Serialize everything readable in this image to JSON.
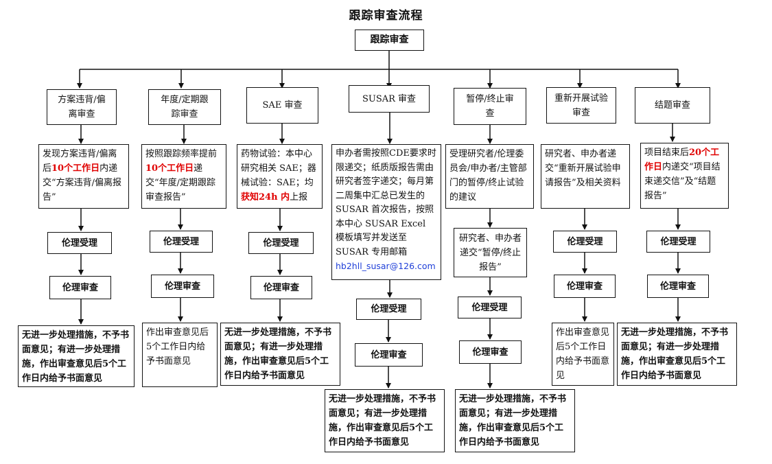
{
  "title": "跟踪审查流程",
  "root": "跟踪审查",
  "columns": [
    {
      "header": "方案违背/偏离审查",
      "step_parts": [
        "发现方案违背/偏离后",
        "10个工作日",
        "内递交“方案违背/偏离报告”"
      ],
      "accept": "伦理受理",
      "review": "伦理审查",
      "result": "无进一步处理措施，不予书面意见；有进一步处理措施，作出审查意见后5个工作日内给予书面意见"
    },
    {
      "header": "年度/定期跟踪审查",
      "step_parts": [
        "按照跟踪频率提前",
        "10个工作日",
        "递交“年度/定期跟踪审查报告”"
      ],
      "accept": "伦理受理",
      "review": "伦理审查",
      "result": "作出审查意见后5个工作日内给予书面意见"
    },
    {
      "header": "SAE 审查",
      "step_parts": [
        "药物试验：本中心研究相关 SAE；器械试验：SAE；均",
        "获知24h 内",
        "上报"
      ],
      "accept": "伦理受理",
      "review": "伦理审查",
      "result": "无进一步处理措施，不予书面意见；有进一步处理措施，作出审查意见后5个工作日内给予书面意见"
    },
    {
      "header": "SUSAR 审查",
      "step_parts": [
        "申办者需按照CDE要求时限递交；纸质版报告需由研究者签字递交；每月第二周集中汇总已发生的 SUSAR 首次报告，按照本中心 SUSAR Excel 模板填写并发送至 SUSAR 专用邮箱"
      ],
      "email": "hb2hll_susar@126.com",
      "accept": "伦理受理",
      "review": "伦理审查",
      "result": "无进一步处理措施，不予书面意见；有进一步处理措施，作出审查意见后5个工作日内给予书面意见"
    },
    {
      "header": "暂停/终止审查",
      "step_parts": [
        "受理研究者/伦理委员会/申办者/主管部门的暂停/终止试验的建议"
      ],
      "step2": "研究者、申办者递交“暂停/终止报告”",
      "accept": "伦理受理",
      "review": "伦理审查",
      "result": "无进一步处理措施，不予书面意见；有进一步处理措施，作出审查意见后5个工作日内给予书面意见"
    },
    {
      "header": "重新开展试验审查",
      "step_parts": [
        "研究者、申办者递交“重新开展试验申请报告”及相关资料"
      ],
      "accept": "伦理受理",
      "review": "伦理审查",
      "result": "作出审查意见后5个工作日内给予书面意见"
    },
    {
      "header": "结题审查",
      "step_parts": [
        "项目结束后",
        "20个工作日",
        "内递交“项目结束递交信”及“结题报告”"
      ],
      "accept": "伦理受理",
      "review": "伦理审查",
      "result": "无进一步处理措施，不予书面意见；有进一步处理措施，作出审查意见后5个工作日内给予书面意见"
    }
  ]
}
